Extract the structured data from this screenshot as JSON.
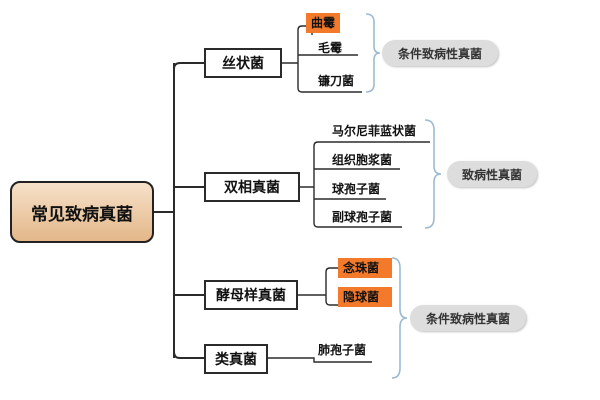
{
  "root": {
    "label": "常见致病真菌"
  },
  "categories": [
    {
      "label": "丝状菌",
      "items": [
        {
          "label": "曲霉",
          "highlight": true
        },
        {
          "label": "毛霉",
          "highlight": false
        },
        {
          "label": "镰刀菌",
          "highlight": false
        }
      ]
    },
    {
      "label": "双相真菌",
      "items": [
        {
          "label": "马尔尼菲蓝状菌",
          "highlight": false
        },
        {
          "label": "组织胞浆菌",
          "highlight": false
        },
        {
          "label": "球孢子菌",
          "highlight": false
        },
        {
          "label": "副球孢子菌",
          "highlight": false
        }
      ]
    },
    {
      "label": "酵母样真菌",
      "items": [
        {
          "label": "念珠菌",
          "highlight": true
        },
        {
          "label": "隐球菌",
          "highlight": true
        }
      ]
    },
    {
      "label": "类真菌",
      "items": [
        {
          "label": "肺孢子菌",
          "highlight": false
        }
      ]
    }
  ],
  "groups": [
    {
      "label": "条件致病性真菌"
    },
    {
      "label": "致病性真菌"
    },
    {
      "label": "条件致病性真菌"
    }
  ],
  "colors": {
    "highlight": "#f47a2b",
    "brace": "#9dbad3",
    "pill": "#dddddd",
    "line": "#2b2b2b",
    "root_top": "#f6e1c9",
    "root_bottom": "#e3b789"
  }
}
